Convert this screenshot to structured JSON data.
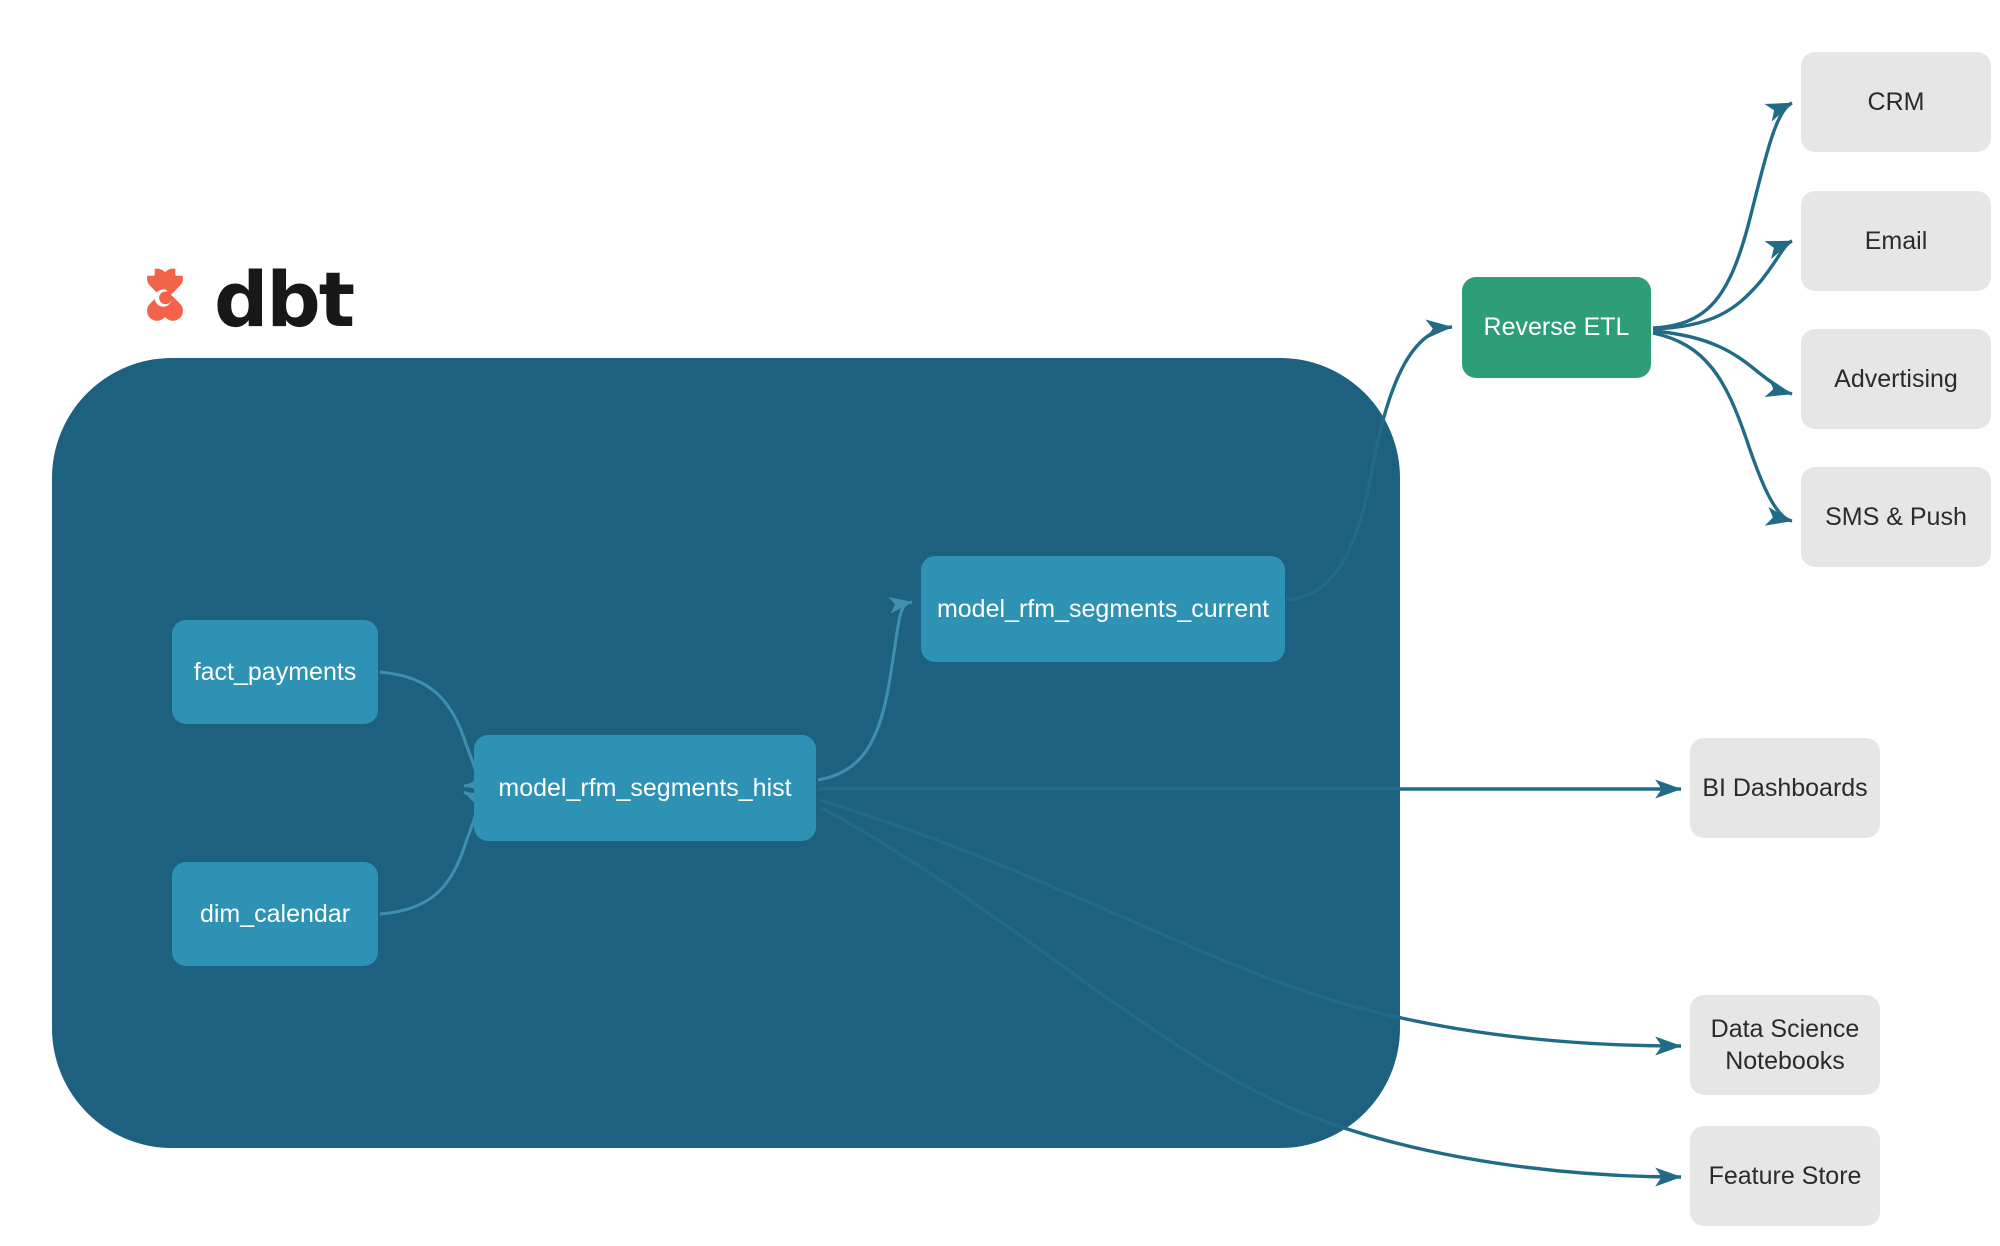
{
  "brand": {
    "logo_name": "dbt-logo",
    "wordmark": "dbt",
    "mark_color": "#f2634a",
    "word_color": "#181818"
  },
  "colors": {
    "background": "#ffffff",
    "warehouse_container": "#1d6080",
    "dbt_node": "#2e92b5",
    "reverse_etl_node": "#2e9e78",
    "destination_node": "#e6e6e6",
    "edge_outer": "#226b87",
    "edge_inner": "#3f90ad",
    "node_text_light": "#ffffff",
    "node_text_dark": "#2b2b2b"
  },
  "warehouse": {
    "name": "dbt-warehouse-container",
    "models": [
      {
        "id": "fact_payments",
        "label": "fact_payments"
      },
      {
        "id": "dim_calendar",
        "label": "dim_calendar"
      },
      {
        "id": "model_rfm_segments_hist",
        "label": "model_rfm_segments_hist"
      },
      {
        "id": "model_rfm_segments_current",
        "label": "model_rfm_segments_current"
      }
    ]
  },
  "activation": {
    "reverse_etl": {
      "id": "reverse_etl",
      "label": "Reverse ETL"
    },
    "channels": [
      {
        "id": "crm",
        "label": "CRM"
      },
      {
        "id": "email",
        "label": "Email"
      },
      {
        "id": "advertising",
        "label": "Advertising"
      },
      {
        "id": "sms_push",
        "label": "SMS & Push"
      }
    ]
  },
  "consumers": [
    {
      "id": "bi_dashboards",
      "label": "BI Dashboards"
    },
    {
      "id": "data_science_notebooks",
      "label_line1": "Data Science",
      "label_line2": "Notebooks"
    },
    {
      "id": "feature_store",
      "label": "Feature Store"
    }
  ],
  "edges": [
    {
      "from": "fact_payments",
      "to": "model_rfm_segments_hist",
      "style": "inner"
    },
    {
      "from": "dim_calendar",
      "to": "model_rfm_segments_hist",
      "style": "inner"
    },
    {
      "from": "model_rfm_segments_hist",
      "to": "model_rfm_segments_current",
      "style": "inner"
    },
    {
      "from": "model_rfm_segments_current",
      "to": "reverse_etl",
      "style": "outer"
    },
    {
      "from": "reverse_etl",
      "to": "crm",
      "style": "outer"
    },
    {
      "from": "reverse_etl",
      "to": "email",
      "style": "outer"
    },
    {
      "from": "reverse_etl",
      "to": "advertising",
      "style": "outer"
    },
    {
      "from": "reverse_etl",
      "to": "sms_push",
      "style": "outer"
    },
    {
      "from": "model_rfm_segments_hist",
      "to": "bi_dashboards",
      "style": "outer"
    },
    {
      "from": "model_rfm_segments_hist",
      "to": "data_science_notebooks",
      "style": "outer"
    },
    {
      "from": "model_rfm_segments_hist",
      "to": "feature_store",
      "style": "outer"
    }
  ]
}
